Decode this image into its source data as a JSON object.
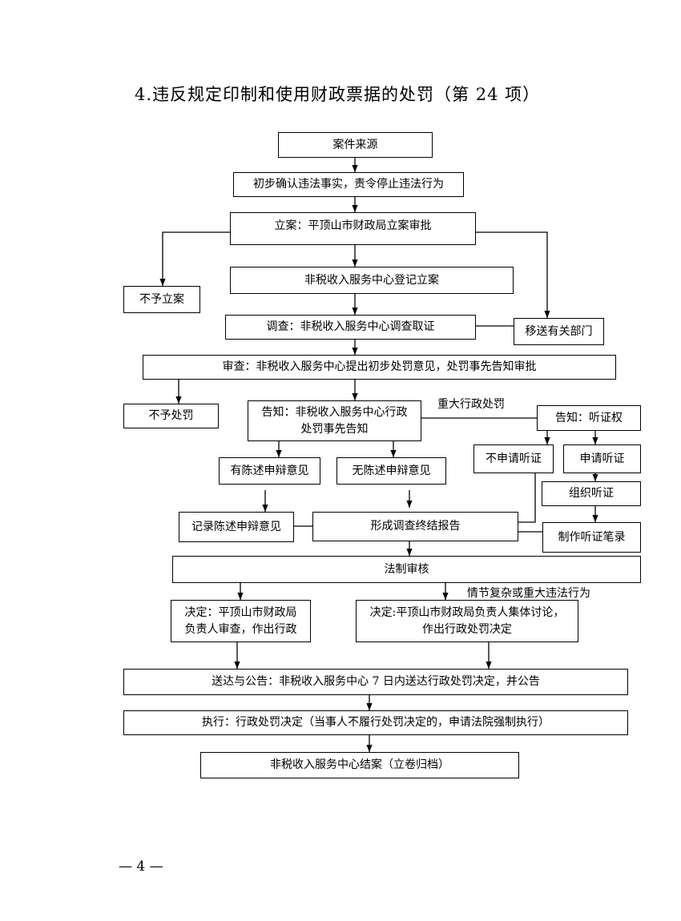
{
  "title": "4.违反规定印制和使用财政票据的处罚（第 24 项）",
  "nodes": {
    "case_source": "案件来源",
    "preliminary": "初步确认违法事实，责令停止违法行为",
    "filing": "立案：平顶山市财政局立案审批",
    "no_filing": "不予立案",
    "register": "非税收入服务中心登记立案",
    "transfer": "移送有关部门",
    "investigate": "调查：非税收入服务中心调查取证",
    "review": "审查：非税收入服务中心提出初步处罚意见，处罚事先告知审批",
    "no_penalty": "不予处罚",
    "notify": "告知：非税收入服务中心行政处罚事先告知",
    "hearing_notice": "告知：听证权",
    "no_hearing": "不申请听证",
    "apply_hearing": "申请听证",
    "has_statement": "有陈述申辩意见",
    "no_statement": "无陈述申辩意见",
    "organize_hearing": "组织听证",
    "record_statement": "记录陈述申辩意见",
    "report": "形成调查终结报告",
    "hearing_record": "制作听证笔录",
    "legal_review": "法制审核",
    "decision_head": "决定：平顶山市财政局负责人审查，作出行政",
    "decision_collective": "决定:平顶山市财政局负责人集体讨论，作出行政处罚决定",
    "delivery": "送达与公告：非税收入服务中心 7 日内送达行政处罚决定，并公告",
    "execution": "执行：行政处罚决定（当事人不履行处罚决定的，申请法院强制执行）",
    "close": "非税收入服务中心结案（立卷归档）"
  },
  "notes": {
    "major": "重大行政处罚",
    "complex": "情节复杂或重大违法行为"
  },
  "page_number": "— 4 —"
}
